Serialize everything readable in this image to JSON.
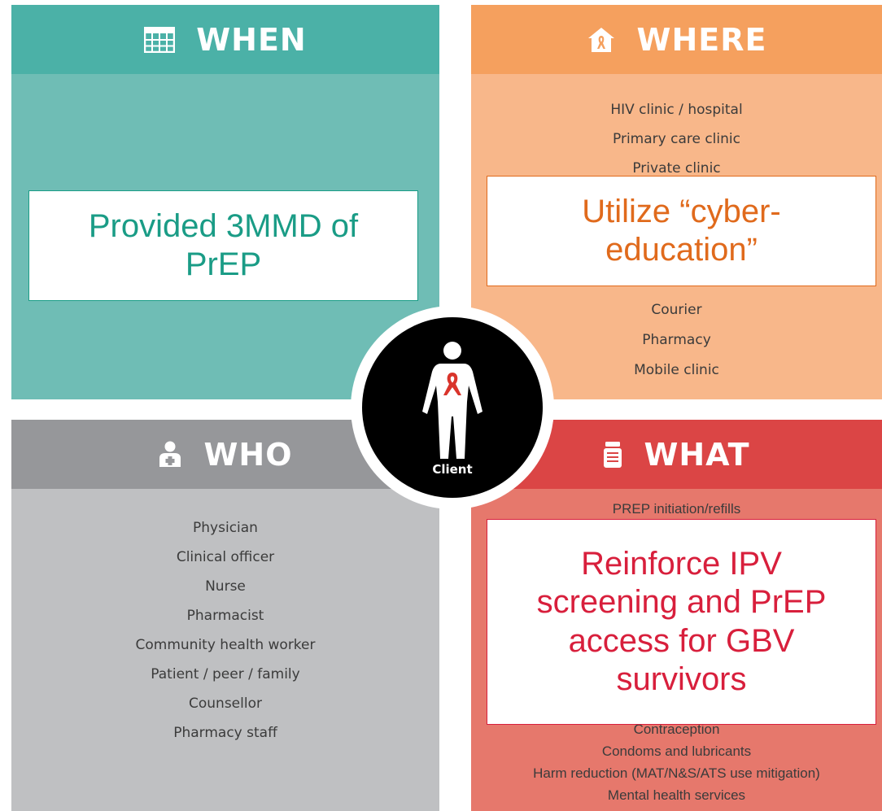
{
  "colors": {
    "when_head": "#4bb1a7",
    "when_body": "#6fbdb5",
    "where_head": "#f5a05e",
    "where_body": "#f8b78a",
    "who_head": "#96979a",
    "who_body": "#bfc0c2",
    "what_head": "#db4545",
    "what_body": "#e6786c",
    "overlay_when_text": "#1a9c86",
    "overlay_where_text": "#e06a1c",
    "overlay_what_text": "#d81f3c"
  },
  "icons": {
    "when": "calendar-icon",
    "where": "house-ribbon-icon",
    "who": "health-worker-icon",
    "what": "medicine-bottle-icon",
    "client": "person-ribbon-icon"
  },
  "quadrants": {
    "when": {
      "title": "WHEN",
      "items": []
    },
    "where": {
      "title": "WHERE",
      "items": [
        "HIV clinic / hospital",
        "Primary care clinic",
        "Private clinic",
        "Courier",
        "Pharmacy",
        "Mobile clinic"
      ]
    },
    "who": {
      "title": "WHO",
      "items": [
        "Physician",
        "Clinical officer",
        "Nurse",
        "Pharmacist",
        "Community health worker",
        "Patient / peer / family",
        "Counsellor",
        "Pharmacy staff"
      ]
    },
    "what": {
      "title": "WHAT",
      "items_top": [
        "PREP initiation/refills"
      ],
      "items_bottom": [
        "Contraception",
        "Condoms and lubricants",
        "Harm reduction (MAT/N&S/ATS use mitigation)",
        "Mental health services"
      ]
    }
  },
  "overlays": {
    "when": "Provided 3MMD of PrEP",
    "where": "Utilize “cyber-education”",
    "what": "Reinforce IPV screening and PrEP access for GBV survivors"
  },
  "center": {
    "label": "Client"
  }
}
